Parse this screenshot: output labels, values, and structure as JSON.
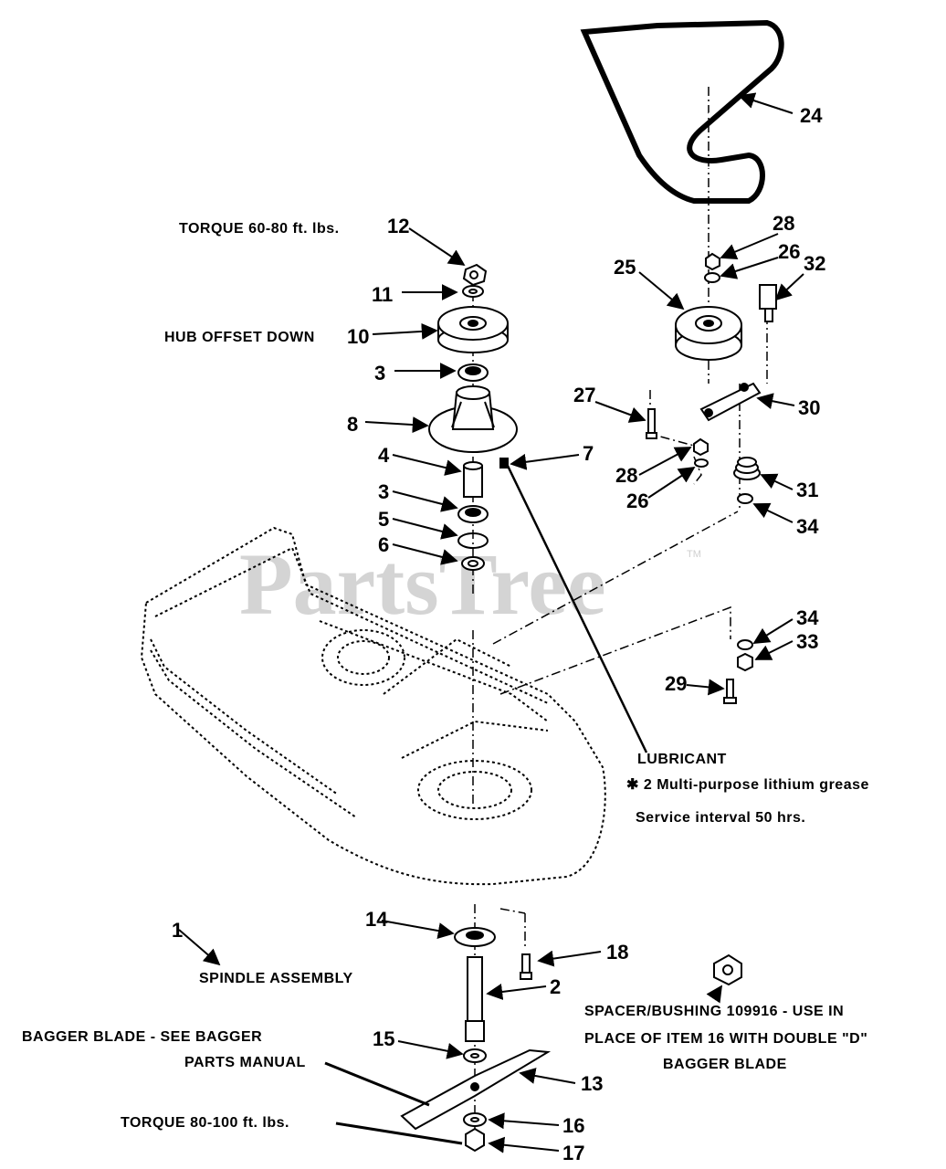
{
  "watermark": "PartsTree",
  "watermark_tm": "TM",
  "callouts": {
    "c1": "1",
    "c2": "2",
    "c3a": "3",
    "c3b": "3",
    "c4": "4",
    "c5": "5",
    "c6": "6",
    "c7": "7",
    "c8": "8",
    "c10": "10",
    "c11": "11",
    "c12": "12",
    "c13": "13",
    "c14": "14",
    "c15": "15",
    "c16": "16",
    "c17": "17",
    "c18": "18",
    "c24": "24",
    "c25": "25",
    "c26a": "26",
    "c26b": "26",
    "c27": "27",
    "c28a": "28",
    "c28b": "28",
    "c29": "29",
    "c30": "30",
    "c31": "31",
    "c32": "32",
    "c33": "33",
    "c34a": "34",
    "c34b": "34"
  },
  "notes": {
    "torque_top": "TORQUE 60-80 ft. lbs.",
    "hub_offset": "HUB OFFSET DOWN",
    "lubricant": "LUBRICANT",
    "grease": "✱ 2 Multi-purpose lithium grease",
    "service": "Service interval 50 hrs.",
    "spindle_assembly": "SPINDLE ASSEMBLY",
    "bagger_1": "BAGGER BLADE - SEE BAGGER",
    "bagger_2": "PARTS MANUAL",
    "torque_bottom": "TORQUE 80-100 ft. lbs.",
    "spacer_1": "SPACER/BUSHING 109916 - USE IN",
    "spacer_2": "PLACE OF ITEM 16 WITH DOUBLE \"D\"",
    "spacer_3": "BAGGER BLADE"
  }
}
